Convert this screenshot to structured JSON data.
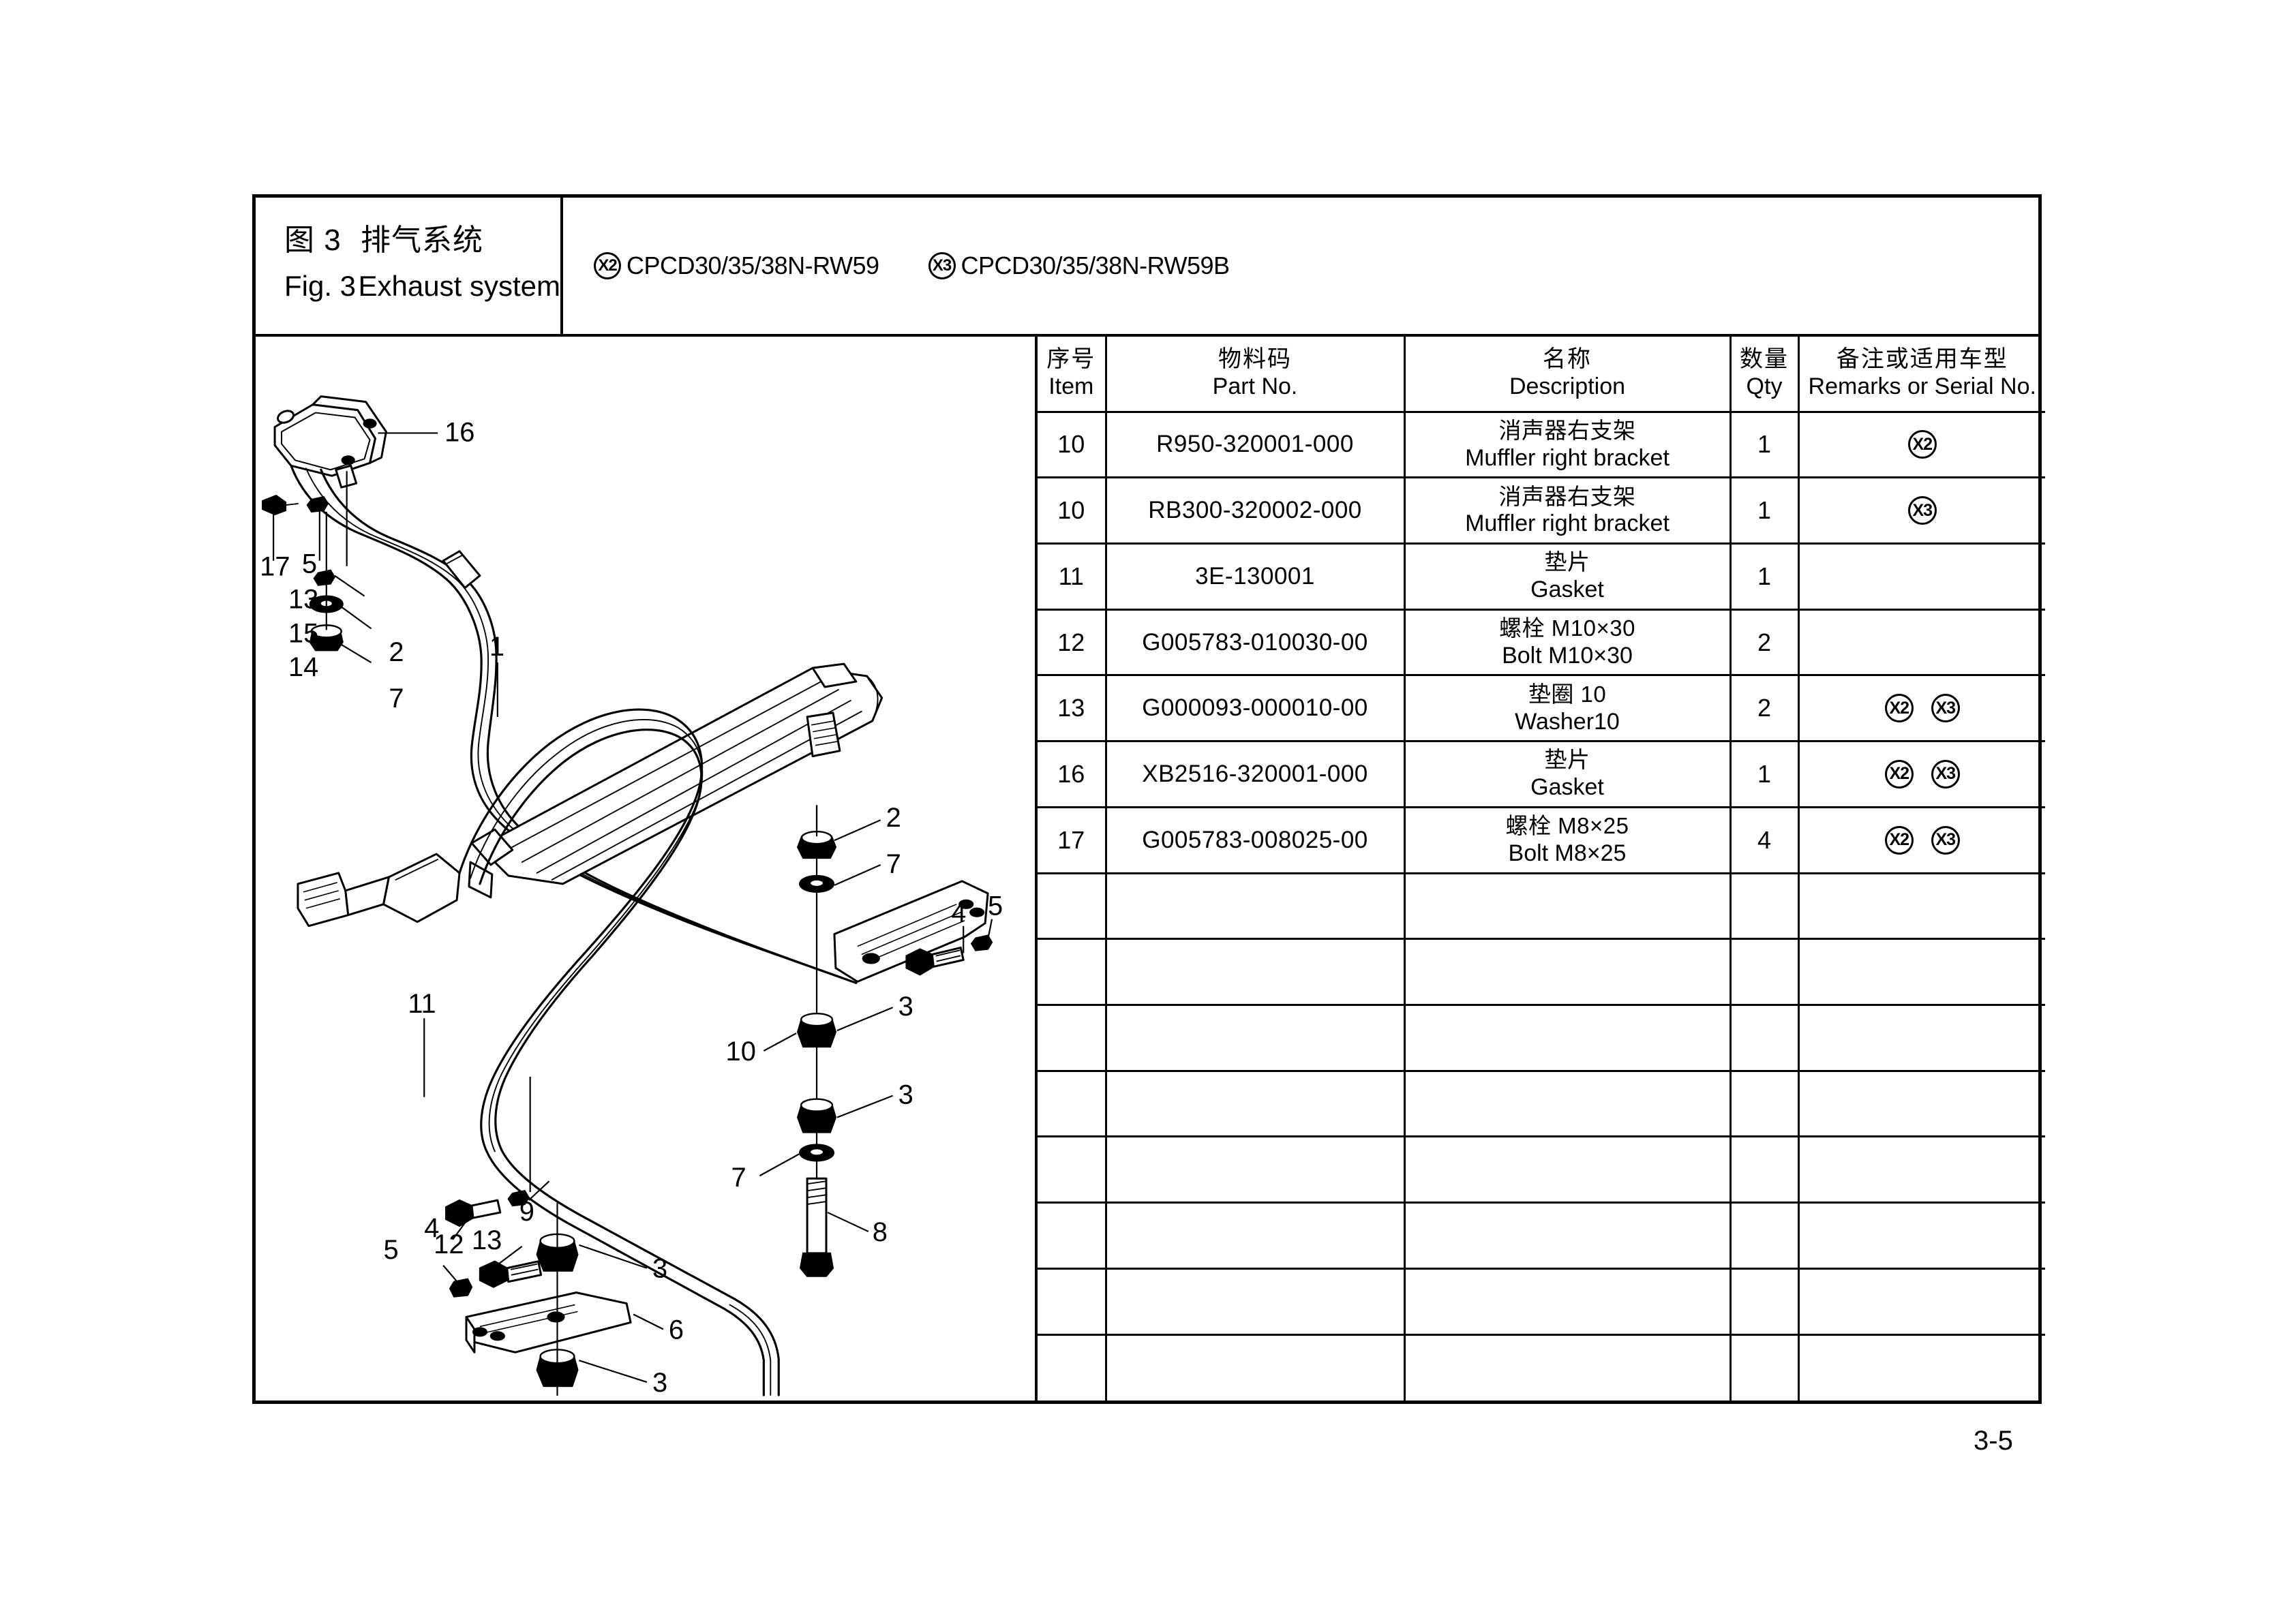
{
  "figure": {
    "number_cn": "图 3",
    "title_cn": "排气系统",
    "number_en": "Fig. 3",
    "title_en": "Exhaust system"
  },
  "models": [
    {
      "badge": "X2",
      "label": "CPCD30/35/38N-RW59"
    },
    {
      "badge": "X3",
      "label": "CPCD30/35/38N-RW59B"
    }
  ],
  "table": {
    "headers": {
      "item_cn": "序号",
      "item_en": "Item",
      "part_cn": "物料码",
      "part_en": "Part No.",
      "desc_cn": "名称",
      "desc_en": "Description",
      "qty_cn": "数量",
      "qty_en": "Qty",
      "remarks_cn": "备注或适用车型",
      "remarks_en": "Remarks or Serial No."
    },
    "rows": [
      {
        "item": "10",
        "part_no": "R950-320001-000",
        "desc_cn": "消声器右支架",
        "desc_en": "Muffler right bracket",
        "qty": "1",
        "remarks": [
          "X2"
        ]
      },
      {
        "item": "10",
        "part_no": "RB300-320002-000",
        "desc_cn": "消声器右支架",
        "desc_en": "Muffler right bracket",
        "qty": "1",
        "remarks": [
          "X3"
        ]
      },
      {
        "item": "11",
        "part_no": "3E-130001",
        "desc_cn": "垫片",
        "desc_en": "Gasket",
        "qty": "1",
        "remarks": []
      },
      {
        "item": "12",
        "part_no": "G005783-010030-00",
        "desc_cn": "螺栓 M10×30",
        "desc_en": "Bolt M10×30",
        "qty": "2",
        "remarks": []
      },
      {
        "item": "13",
        "part_no": "G000093-000010-00",
        "desc_cn": "垫圈 10",
        "desc_en": "Washer10",
        "qty": "2",
        "remarks": [
          "X2",
          "X3"
        ]
      },
      {
        "item": "16",
        "part_no": "XB2516-320001-000",
        "desc_cn": "垫片",
        "desc_en": "Gasket",
        "qty": "1",
        "remarks": [
          "X2",
          "X3"
        ]
      },
      {
        "item": "17",
        "part_no": "G005783-008025-00",
        "desc_cn": "螺栓 M8×25",
        "desc_en": "Bolt M8×25",
        "qty": "4",
        "remarks": [
          "X2",
          "X3"
        ]
      },
      {
        "item": "",
        "part_no": "",
        "desc_cn": "",
        "desc_en": "",
        "qty": "",
        "remarks": []
      },
      {
        "item": "",
        "part_no": "",
        "desc_cn": "",
        "desc_en": "",
        "qty": "",
        "remarks": []
      },
      {
        "item": "",
        "part_no": "",
        "desc_cn": "",
        "desc_en": "",
        "qty": "",
        "remarks": []
      },
      {
        "item": "",
        "part_no": "",
        "desc_cn": "",
        "desc_en": "",
        "qty": "",
        "remarks": []
      },
      {
        "item": "",
        "part_no": "",
        "desc_cn": "",
        "desc_en": "",
        "qty": "",
        "remarks": []
      },
      {
        "item": "",
        "part_no": "",
        "desc_cn": "",
        "desc_en": "",
        "qty": "",
        "remarks": []
      },
      {
        "item": "",
        "part_no": "",
        "desc_cn": "",
        "desc_en": "",
        "qty": "",
        "remarks": []
      },
      {
        "item": "",
        "part_no": "",
        "desc_cn": "",
        "desc_en": "",
        "qty": "",
        "remarks": []
      }
    ]
  },
  "drawing": {
    "callouts": [
      {
        "id": "c16",
        "label": "16"
      },
      {
        "id": "c17",
        "label": "17"
      },
      {
        "id": "c5a",
        "label": "5"
      },
      {
        "id": "c13a",
        "label": "13"
      },
      {
        "id": "c15",
        "label": "15"
      },
      {
        "id": "c14",
        "label": "14"
      },
      {
        "id": "c1",
        "label": "1"
      },
      {
        "id": "c2a",
        "label": "2"
      },
      {
        "id": "c7a",
        "label": "7"
      },
      {
        "id": "c2b",
        "label": "2"
      },
      {
        "id": "c7b",
        "label": "7"
      },
      {
        "id": "c5b",
        "label": "5"
      },
      {
        "id": "c4b",
        "label": "4"
      },
      {
        "id": "c3a",
        "label": "3"
      },
      {
        "id": "c3b",
        "label": "3"
      },
      {
        "id": "c10",
        "label": "10"
      },
      {
        "id": "c7c",
        "label": "7"
      },
      {
        "id": "c8a",
        "label": "8"
      },
      {
        "id": "c11",
        "label": "11"
      },
      {
        "id": "c9",
        "label": "9"
      },
      {
        "id": "c12",
        "label": "12"
      },
      {
        "id": "c13b",
        "label": "13"
      },
      {
        "id": "c4a",
        "label": "4"
      },
      {
        "id": "c5c",
        "label": "5"
      },
      {
        "id": "c3c",
        "label": "3"
      },
      {
        "id": "c6",
        "label": "6"
      },
      {
        "id": "c3d",
        "label": "3"
      },
      {
        "id": "c7d",
        "label": "7"
      },
      {
        "id": "c8b",
        "label": "8"
      }
    ]
  },
  "page_number": "3-5"
}
